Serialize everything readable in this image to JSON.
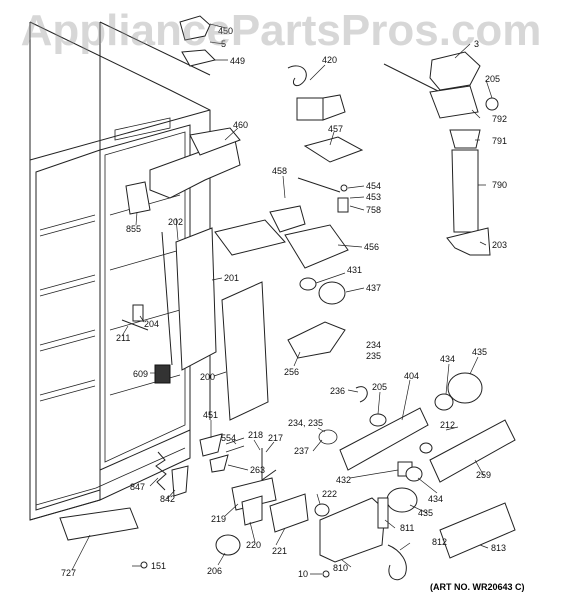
{
  "watermark": "AppliancePartsPros.com",
  "art_number": "(ART NO. WR20643 C)",
  "callouts": [
    "450",
    "5",
    "449",
    "420",
    "3",
    "205",
    "792",
    "791",
    "790",
    "203",
    "460",
    "457",
    "454",
    "453",
    "758",
    "458",
    "456",
    "431",
    "437",
    "855",
    "202",
    "201",
    "204",
    "211",
    "609",
    "200",
    "256",
    "234",
    "235",
    "236",
    "205",
    "404",
    "434",
    "435",
    "212",
    "259",
    "451",
    "554",
    "218",
    "217",
    "234, 235",
    "237",
    "263",
    "432",
    "434",
    "435",
    "847",
    "842",
    "219",
    "220",
    "221",
    "222",
    "811",
    "813",
    "812",
    "727",
    "151",
    "206",
    "10",
    "810"
  ]
}
